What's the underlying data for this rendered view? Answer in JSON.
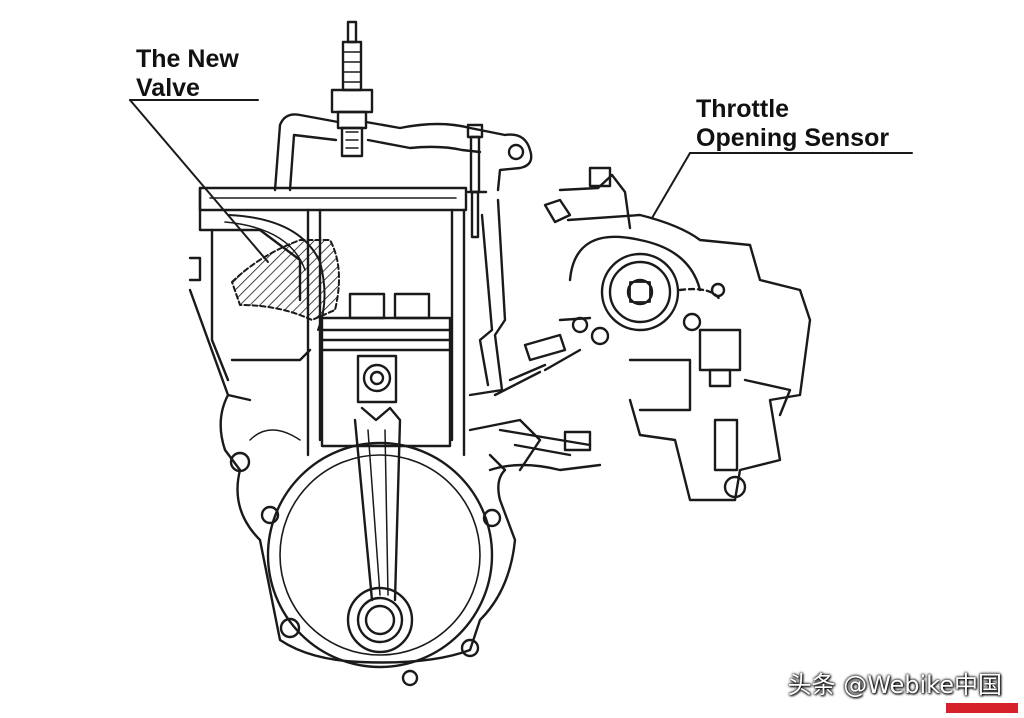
{
  "labels": {
    "new_valve_line1": "The New",
    "new_valve_line2": "Valve",
    "throttle_line1": "Throttle",
    "throttle_line2": "Opening Sensor"
  },
  "watermark": {
    "text": "头条 @Webike中国"
  },
  "colors": {
    "line": "#1a1a1a",
    "background": "#ffffff",
    "brand": "#d6202a"
  }
}
